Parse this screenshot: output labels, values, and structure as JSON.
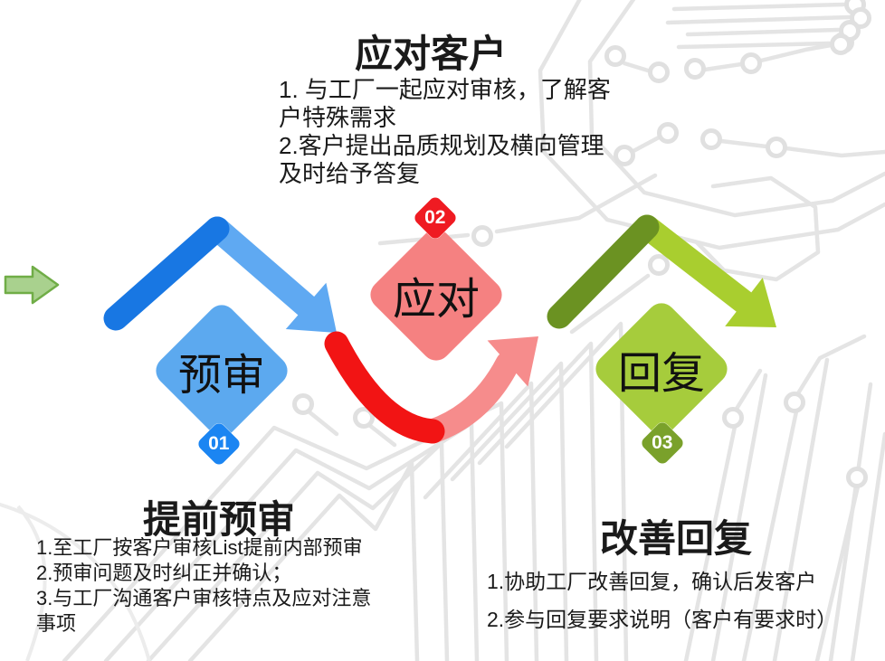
{
  "canvas": {
    "background": "#ffffff",
    "text_color": "#1a1a1a",
    "circuit_color": "#e4e4e4"
  },
  "start_arrow": {
    "fill": "#a9d18e",
    "stroke": "#70ad47"
  },
  "steps": [
    {
      "number": "01",
      "diamond_label": "预审",
      "section_title": "提前预审",
      "details": [
        "1.至工厂按客户审核List提前内部预审",
        "2.预审问题及时纠正并确认；",
        "3.与工厂沟通客户审核特点及应对注意事项"
      ],
      "diamond_color": "#5ca9ef",
      "badge_color": "#1b85f2"
    },
    {
      "number": "02",
      "diamond_label": "应对",
      "section_title": "应对客户",
      "details": [
        "1. 与工厂一起应对审核，了解客户特殊需求",
        "2.客户提出品质规划及横向管理及时给予答复"
      ],
      "diamond_color": "#f58181",
      "badge_color": "#ef1b22"
    },
    {
      "number": "03",
      "diamond_label": "回复",
      "section_title": "改善回复",
      "details": [
        "1.协助工厂改善回复，确认后发客户",
        "2.参与回复要求说明（客户有要求时）"
      ],
      "diamond_color": "#a6cc3c",
      "badge_color": "#7aa12b"
    }
  ],
  "arrows": [
    {
      "name": "arrow-step1-to-step2",
      "dark": "#1877e3",
      "light": "#5fa9f2"
    },
    {
      "name": "arrow-step2-to-step3",
      "dark": "#f21414",
      "light": "#f68c8c"
    },
    {
      "name": "arrow-step3-onward",
      "dark": "#6b9222",
      "light": "#a9ce2f"
    }
  ]
}
